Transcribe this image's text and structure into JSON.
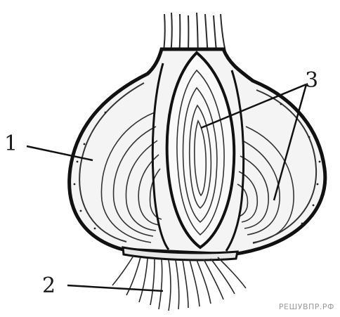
{
  "labels": {
    "one": "1",
    "two": "2",
    "three": "3"
  },
  "watermark": "РЕШУВПР.РФ"
}
